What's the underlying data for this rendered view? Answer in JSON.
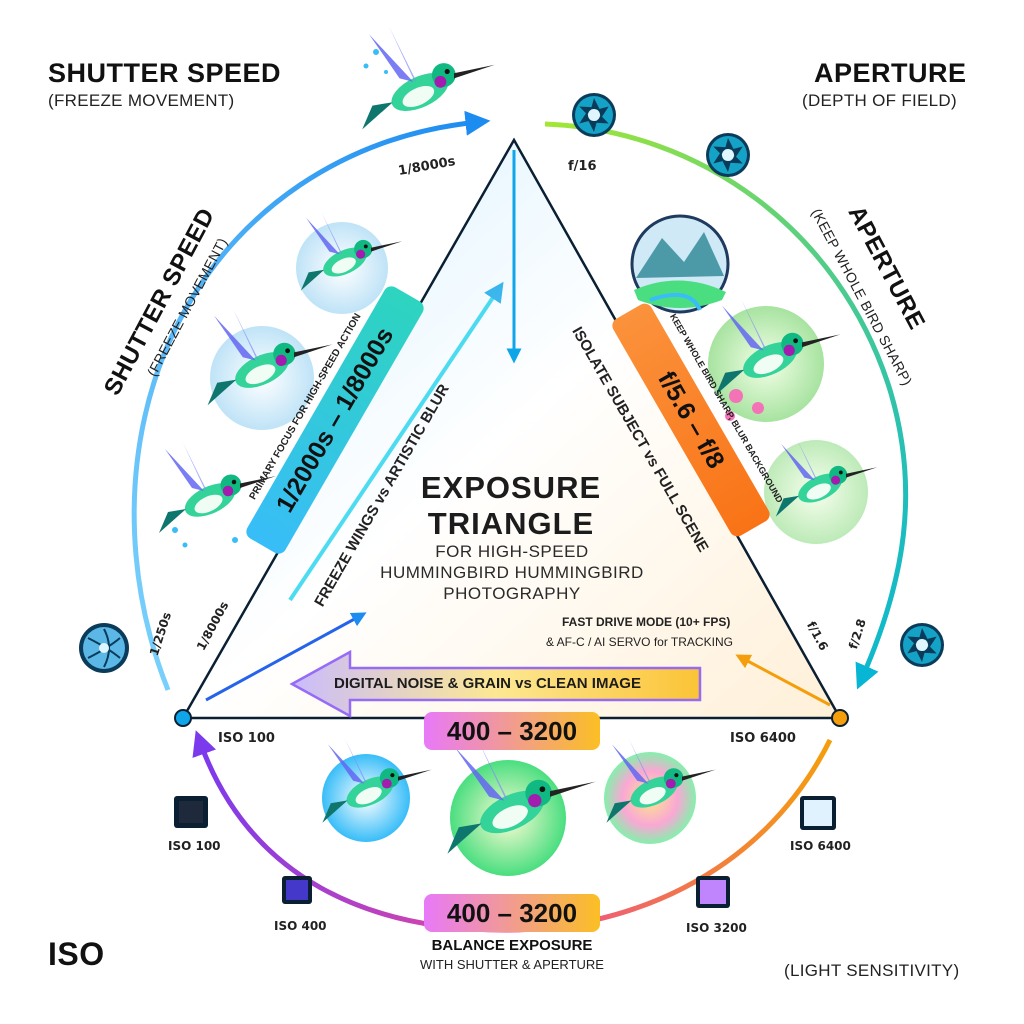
{
  "shutter": {
    "title": "SHUTTER SPEED",
    "subtitle": "(FREEZE MOVEMENT)",
    "arc_title": "SHUTTER SPEED",
    "arc_subtitle": "(FREEZE MOVEMENT)",
    "tick_top": "1/8000s",
    "tick_inner": "1/8000s",
    "tick_slow": "1/250s",
    "range": "1/2000s – 1/8000s",
    "caption_note": "PRIMARY FOCUS FOR HIGH-SPEED ACTION",
    "caption": "FREEZE WINGS vs ARTISTIC BLUR",
    "color": "#1e90ff"
  },
  "aperture": {
    "title": "APERTURE",
    "subtitle": "(DEPTH OF FIELD)",
    "arc_title": "APERTURE",
    "arc_subtitle": "(KEEP WHOLE BIRD SHARP)",
    "tick_top": "f/16",
    "tick_inner": "f/1.6",
    "tick_wide": "f/2.8",
    "range": "f/5.6 – f/8",
    "caption_note": "KEEP WHOLE BIRD SHARP, BLUR BACKGROUND",
    "caption": "ISOLATE SUBJECT vs FULL SCENE",
    "color": "#22c55e"
  },
  "iso": {
    "title": "ISO",
    "subtitle": "(LIGHT SENSITIVITY)",
    "corner_left": "ISO 100",
    "corner_right": "ISO 6400",
    "range_top": "400 – 3200",
    "range_bottom": "400 – 3200",
    "noise_caption": "DIGITAL NOISE & GRAIN vs CLEAN IMAGE",
    "sensors": [
      {
        "label": "ISO 100"
      },
      {
        "label": "ISO 400"
      },
      {
        "label": "ISO 3200"
      },
      {
        "label": "ISO 6400"
      }
    ],
    "bottom_title": "BALANCE EXPOSURE",
    "bottom_sub": "WITH SHUTTER & APERTURE",
    "color": "#a855f7"
  },
  "center": {
    "title_line1": "EXPOSURE",
    "title_line2": "TRIANGLE",
    "sub_line1": "FOR HIGH-SPEED",
    "sub_line2": "HUMMINGBIRD HUMMINGBIRD",
    "sub_line3": "PHOTOGRAPHY"
  },
  "drive": {
    "line1": "FAST DRIVE MODE (10+ FPS)",
    "line2": "& AF-C / AI SERVO for TRACKING"
  },
  "icons": [
    "hummingbird-icon",
    "aperture-icon",
    "landscape-icon",
    "sensor-icon",
    "arrow-icon",
    "water-drop-icon",
    "flower-icon"
  ]
}
